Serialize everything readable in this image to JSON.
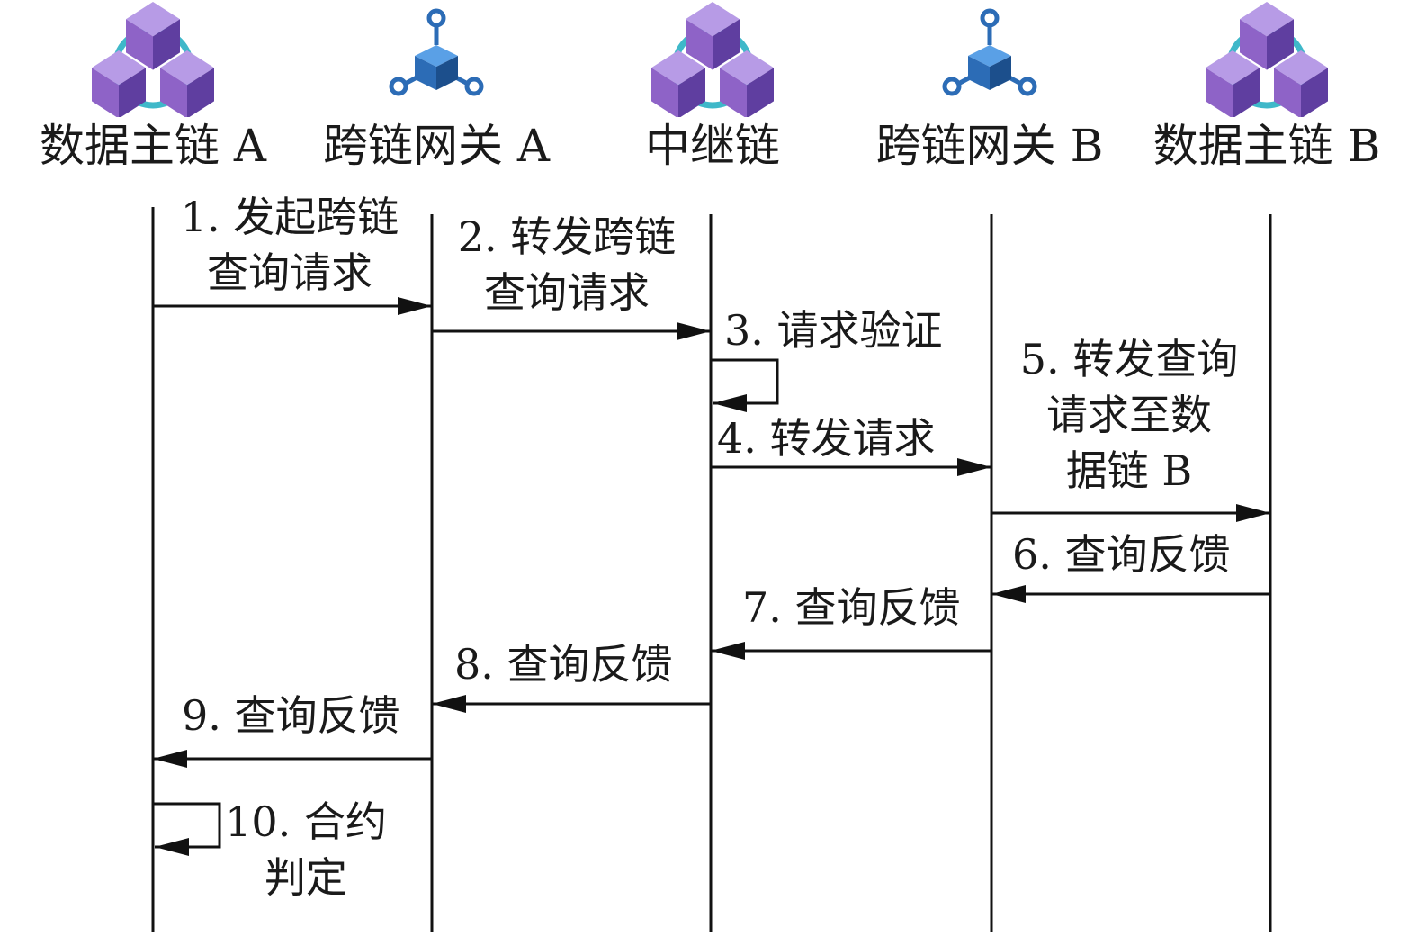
{
  "participants": [
    {
      "id": "data-chain-a",
      "label": "数据主链 A",
      "icon": "blockchain-cubes-icon"
    },
    {
      "id": "gateway-a",
      "label": "跨链网关 A",
      "icon": "gateway-node-icon"
    },
    {
      "id": "relay-chain",
      "label": "中继链",
      "icon": "blockchain-cubes-icon"
    },
    {
      "id": "gateway-b",
      "label": "跨链网关 B",
      "icon": "gateway-node-icon"
    },
    {
      "id": "data-chain-b",
      "label": "数据主链 B",
      "icon": "blockchain-cubes-icon"
    }
  ],
  "steps": [
    {
      "n": 1,
      "from": 0,
      "to": 1,
      "text": "1. 发起跨链\n查询请求"
    },
    {
      "n": 2,
      "from": 1,
      "to": 2,
      "text": "2. 转发跨链\n查询请求"
    },
    {
      "n": 3,
      "from": 2,
      "to": 2,
      "text": "3. 请求验证"
    },
    {
      "n": 4,
      "from": 2,
      "to": 3,
      "text": "4. 转发请求"
    },
    {
      "n": 5,
      "from": 3,
      "to": 4,
      "text": "5. 转发查询\n请求至数\n据链 B"
    },
    {
      "n": 6,
      "from": 4,
      "to": 3,
      "text": "6. 查询反馈"
    },
    {
      "n": 7,
      "from": 3,
      "to": 2,
      "text": "7. 查询反馈"
    },
    {
      "n": 8,
      "from": 2,
      "to": 1,
      "text": "8. 查询反馈"
    },
    {
      "n": 9,
      "from": 1,
      "to": 0,
      "text": "9. 查询反馈"
    },
    {
      "n": 10,
      "from": 0,
      "to": 0,
      "text": "10. 合约\n判定"
    }
  ],
  "colors": {
    "cube_face": "#8e63c7",
    "cube_top": "#b79be6",
    "cube_side": "#5f3ea0",
    "ring": "#3fb8c9",
    "gateway_blue": "#2c6cb6",
    "line": "#111111",
    "text": "#1a1a1a"
  }
}
